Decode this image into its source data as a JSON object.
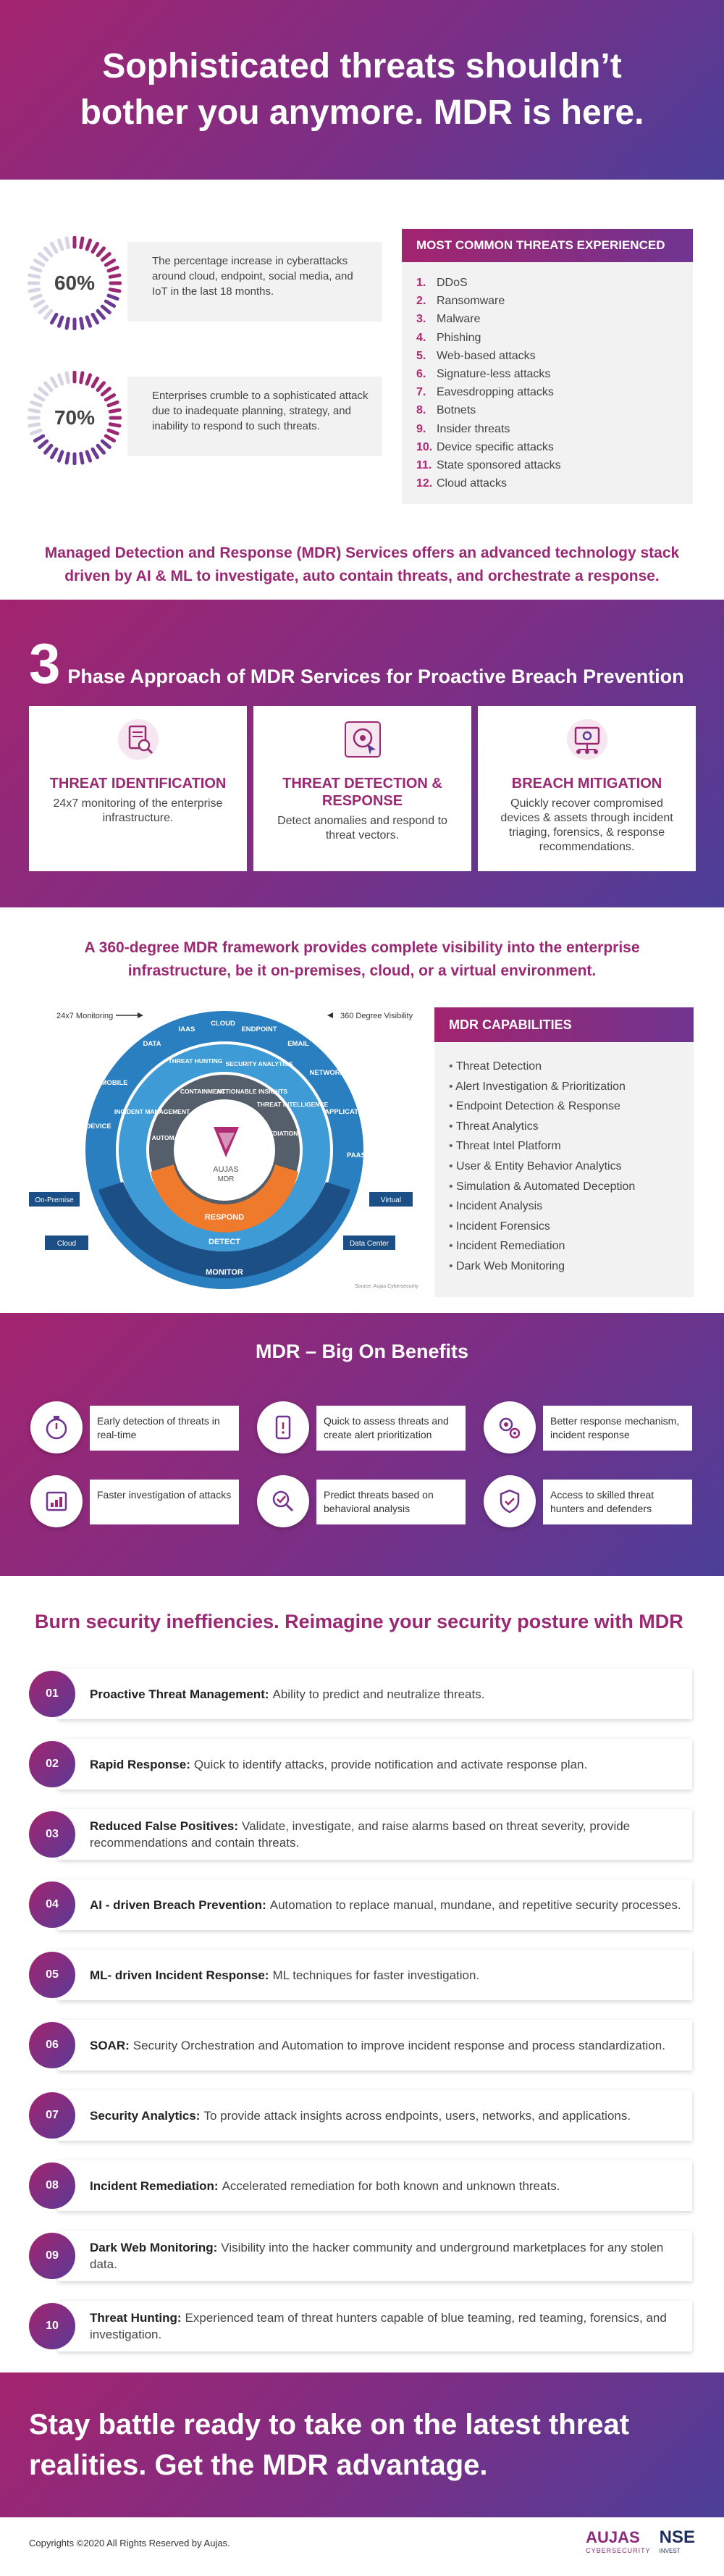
{
  "hero": {
    "title": "Sophisticated threats shouldn’t bother you anymore. MDR is here."
  },
  "stats": [
    {
      "value": "60%",
      "fraction": 0.6,
      "text": "The percentage increase in cyberattacks around cloud, endpoint, social media, and IoT in the last 18 months."
    },
    {
      "value": "70%",
      "fraction": 0.7,
      "text": "Enterprises crumble to a sophisticated attack due to inadequate planning, strategy, and inability to respond to such threats."
    }
  ],
  "threats": {
    "title": "MOST COMMON THREATS EXPERIENCED",
    "items": [
      {
        "num": "1.",
        "label": "DDoS"
      },
      {
        "num": "2.",
        "label": "Ransomware"
      },
      {
        "num": "3.",
        "label": "Malware"
      },
      {
        "num": "4.",
        "label": "Phishing"
      },
      {
        "num": "5.",
        "label": "Web-based attacks"
      },
      {
        "num": "6.",
        "label": "Signature-less attacks"
      },
      {
        "num": "7.",
        "label": "Eavesdropping attacks"
      },
      {
        "num": "8.",
        "label": "Botnets"
      },
      {
        "num": "9.",
        "label": "Insider threats"
      },
      {
        "num": "10.",
        "label": "Device specific attacks"
      },
      {
        "num": "11.",
        "label": "State sponsored attacks"
      },
      {
        "num": "12.",
        "label": "Cloud attacks"
      }
    ]
  },
  "mdr_paragraph": "Managed Detection and Response (MDR) Services offers an advanced technology stack driven by AI & ML to investigate, auto contain threats, and orchestrate a response.",
  "phase": {
    "number": "3",
    "title": "Phase Approach of MDR Services for Proactive Breach Prevention",
    "cards": [
      {
        "title": "THREAT IDENTIFICATION",
        "text": "24x7 monitoring of the enterprise infrastructure.",
        "icon": "document-search-icon"
      },
      {
        "title": "THREAT DETECTION & RESPONSE",
        "text": "Detect anomalies and respond to threat vectors.",
        "icon": "target-cursor-icon"
      },
      {
        "title": "BREACH MITIGATION",
        "text": "Quickly recover compromised devices & assets through incident triaging, forensics, & response recommendations.",
        "icon": "network-gear-icon"
      }
    ]
  },
  "framework": {
    "paragraph": "A 360-degree MDR framework provides complete visibility into the enterprise infrastructure, be it on-premises, cloud, or a virtual environment.",
    "diagram": {
      "top_left_label": "24x7 Monitoring",
      "top_right_label": "360 Degree Visibility",
      "outer_labels": [
        "IAAS",
        "CLOUD",
        "ENDPOINT",
        "EMAIL",
        "NETWORK",
        "APPLICATION",
        "PAAS",
        "DATA",
        "MOBILE",
        "DEVICE"
      ],
      "middle_labels": [
        "THREAT HUNTING",
        "SECURITY ANALYTICS",
        "THREAT INTELLIGENCE",
        "INCIDENT MANAGEMENT"
      ],
      "inner_labels": [
        "CONTAINMENT",
        "ACTIONABLE INSIGHTS",
        "REMEDIATION",
        "AUTOMATION"
      ],
      "ring_labels": [
        "RESPOND",
        "DETECT",
        "MONITOR"
      ],
      "center_brand": "AUJAS",
      "center_sub": "MDR",
      "tags": [
        "On-Premise",
        "Cloud",
        "Virtual",
        "Data Center"
      ],
      "source": "Source: Aujas Cybersecurity"
    },
    "capabilities_title": "MDR CAPABILITIES",
    "capabilities": [
      "Threat Detection",
      "Alert Investigation & Prioritization",
      "Endpoint Detection & Response",
      "Threat Analytics",
      "Threat Intel Platform",
      "User & Entity Behavior Analytics",
      "Simulation & Automated Deception",
      "Incident Analysis",
      "Incident Forensics",
      "Incident Remediation",
      "Dark Web Monitoring"
    ]
  },
  "benefits": {
    "title": "MDR – Big On Benefits",
    "items": [
      {
        "text": "Early detection of threats in real-time",
        "icon": "stopwatch-icon"
      },
      {
        "text": "Quick to assess threats and create alert prioritization",
        "icon": "mobile-alert-icon"
      },
      {
        "text": "Better response mechanism, incident response",
        "icon": "gears-icon"
      },
      {
        "text": "Faster investigation of attacks",
        "icon": "calendar-chart-icon"
      },
      {
        "text": "Predict threats based on behavioral analysis",
        "icon": "magnifier-check-icon"
      },
      {
        "text": "Access to skilled threat hunters and defenders",
        "icon": "shield-check-icon"
      }
    ]
  },
  "list": {
    "title": "Burn security ineffiencies. Reimagine your security posture with MDR",
    "items": [
      {
        "num": "01",
        "title": "Proactive Threat Management:",
        "text": "Ability to predict and neutralize threats."
      },
      {
        "num": "02",
        "title": "Rapid Response:",
        "text": "Quick to identify attacks, provide notification and activate response plan."
      },
      {
        "num": "03",
        "title": "Reduced False Positives:",
        "text": "Validate, investigate, and raise alarms based on threat severity, provide recommendations and contain threats."
      },
      {
        "num": "04",
        "title": "AI - driven Breach Prevention:",
        "text": "Automation to replace manual, mundane, and repetitive security processes."
      },
      {
        "num": "05",
        "title": "ML- driven Incident Response:",
        "text": "ML techniques for faster investigation."
      },
      {
        "num": "06",
        "title": "SOAR:",
        "text": "Security Orchestration and Automation to improve incident response and process standardization."
      },
      {
        "num": "07",
        "title": "Security Analytics:",
        "text": "To provide attack insights across endpoints, users, networks, and applications."
      },
      {
        "num": "08",
        "title": "Incident Remediation:",
        "text": "Accelerated remediation for both known and unknown threats."
      },
      {
        "num": "09",
        "title": "Dark Web Monitoring:",
        "text": "Visibility into the hacker community and underground marketplaces for any stolen data."
      },
      {
        "num": "10",
        "title": "Threat Hunting:",
        "text": "Experienced team of threat hunters capable of blue teaming, red teaming, forensics, and investigation."
      }
    ]
  },
  "footer": {
    "cta": "Stay battle ready to take on the latest threat realities. Get the MDR advantage.",
    "copyright": "Copyrights ©2020 All Rights Reserved by Aujas.",
    "logo_aujas": "AUJAS",
    "logo_aujas_sub": "CYBERSECURITY",
    "logo_nse": "NSE",
    "logo_nse_sub": "INVEST"
  },
  "colors": {
    "brand_magenta": "#9b2872",
    "brand_purple": "#5b3a96",
    "text": "#444444",
    "panel": "#f2f2f2"
  }
}
